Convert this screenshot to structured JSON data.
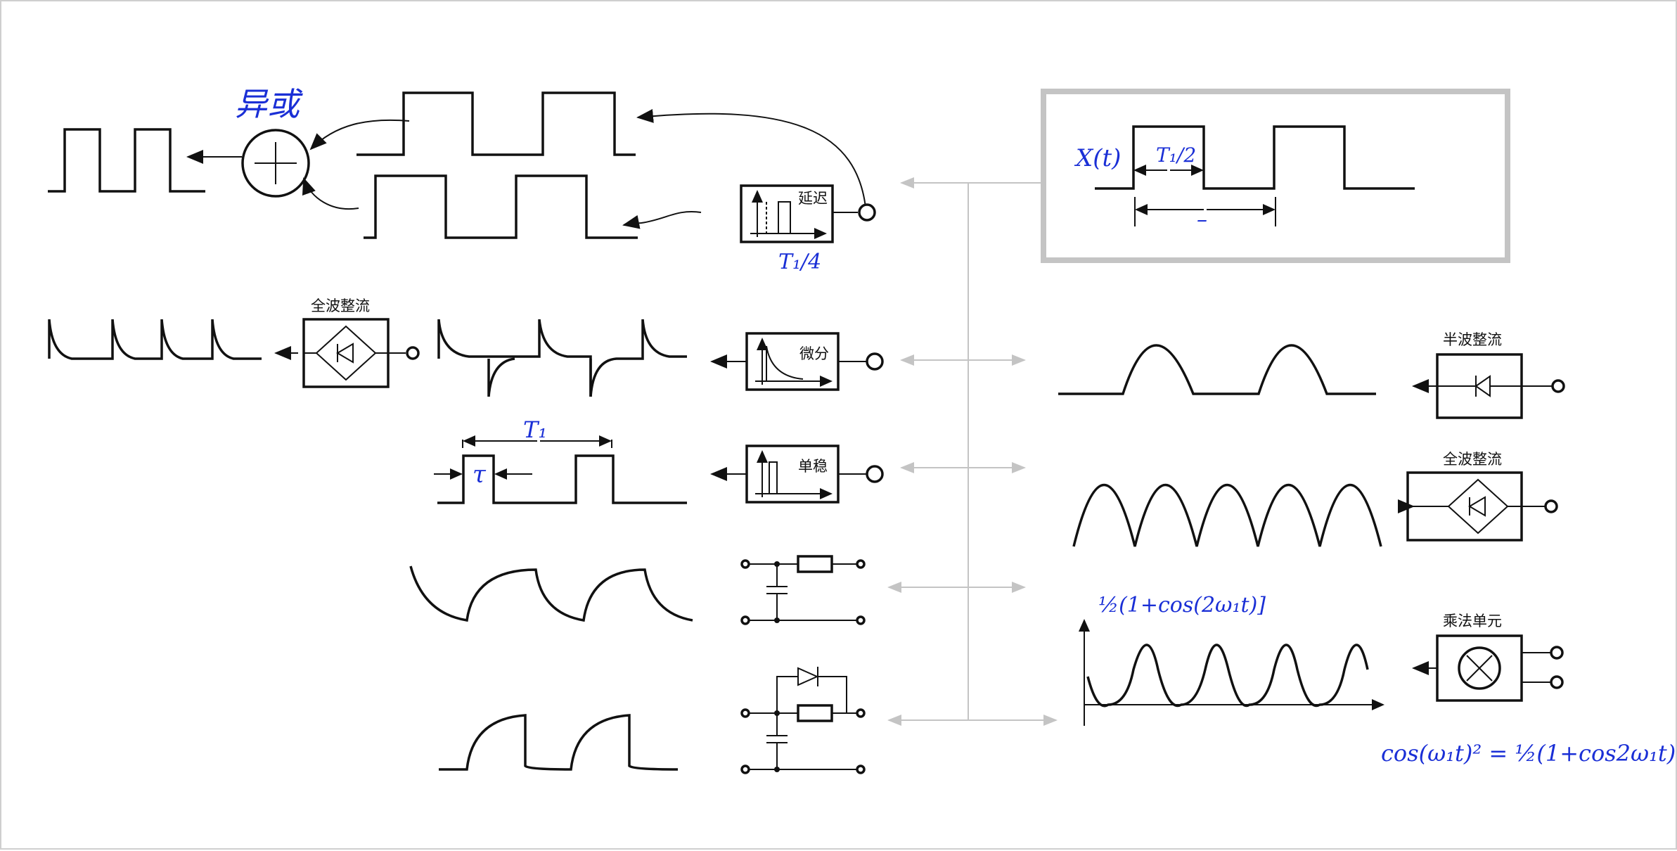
{
  "labels": {
    "delay": "延迟",
    "differentiator": "微分",
    "monostable": "单稳",
    "full_wave_left": "全波整流",
    "half_wave": "半波整流",
    "full_wave_right": "全波整流",
    "multiplier": "乘法单元"
  },
  "handwriting": {
    "operation": "异或",
    "delay_amount": "T₁/4",
    "signal_name": "X(t)",
    "half_period": "T₁/2",
    "period": "–",
    "pulse_width": "τ",
    "period_T1": "T₁",
    "cos_half": "½(1+cos(2ω₁t)]",
    "identity": "cos(ω₁t)² = ½(1+cos2ω₁t)"
  },
  "colors": {
    "ink": "#1a2fd6",
    "line": "#111111",
    "guide": "#c4c4c4",
    "frame": "#c4c4c4"
  },
  "icons": [
    "xor-sum-icon",
    "diode-bridge-icon",
    "diode-icon",
    "multiplier-x-icon",
    "rc-network-icon"
  ]
}
